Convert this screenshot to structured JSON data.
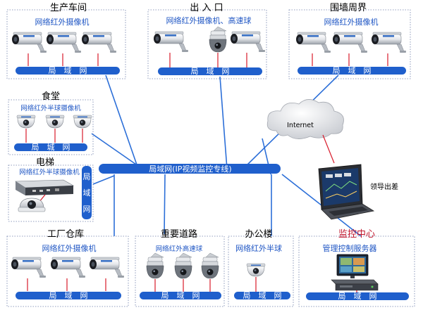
{
  "main_bus": {
    "label": "局域网(IP视频监控专线)"
  },
  "internet": {
    "label": "Internet"
  },
  "leader": {
    "label": "领导出差"
  },
  "lan_label": "局　域　网",
  "lan_label_short": "局　城　网",
  "lan_vertical": [
    "局",
    "域",
    "网"
  ],
  "zones": {
    "workshop": {
      "title": "生产车间",
      "subtitle": "网络红外摄像机"
    },
    "entrance": {
      "title": "出 入 口",
      "subtitle": "网络红外摄像机、高速球"
    },
    "perimeter": {
      "title": "围墙周界",
      "subtitle": "网络红外摄像机"
    },
    "canteen": {
      "title": "食堂",
      "subtitle": "网络红外半球摄像机"
    },
    "elevator": {
      "title": "电梯",
      "subtitle": "网络红外半球摄像机"
    },
    "warehouse": {
      "title": "工厂仓库",
      "subtitle": "网络红外摄像机"
    },
    "road": {
      "title": "重要道路",
      "subtitle": "网络红外高速球"
    },
    "office": {
      "title": "办公楼",
      "subtitle": "网络红外半球"
    },
    "center": {
      "title": "监控中心",
      "subtitle": "管理控制服务器"
    }
  },
  "colors": {
    "bus": "#1f5fcc",
    "link": "#2c6fd8",
    "accent_red": "#c0142a",
    "label_blue": "#1f56c4"
  }
}
